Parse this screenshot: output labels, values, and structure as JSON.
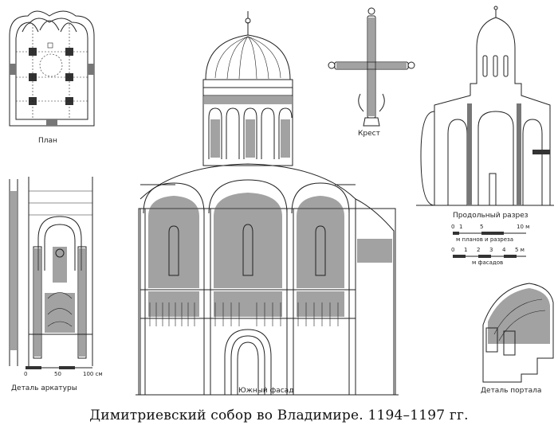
{
  "labels": {
    "plan": "План",
    "cross": "Крест",
    "section": "Продольный разрез",
    "arcade": "Деталь аркатуры",
    "facade": "Южный фасад",
    "portal": "Деталь портала"
  },
  "scale_plans": {
    "ticks": [
      "0",
      "1",
      "5",
      "10 м"
    ],
    "unit": "м планов и разреза"
  },
  "scale_facades": {
    "ticks": [
      "0",
      "1",
      "2",
      "3",
      "4",
      "5 м"
    ],
    "unit": "м фасадов"
  },
  "scale_arcade": {
    "ticks": [
      "0",
      "50",
      "100 см"
    ]
  },
  "caption": "Димитриевский собор во Владимире. 1194–1197 гг."
}
